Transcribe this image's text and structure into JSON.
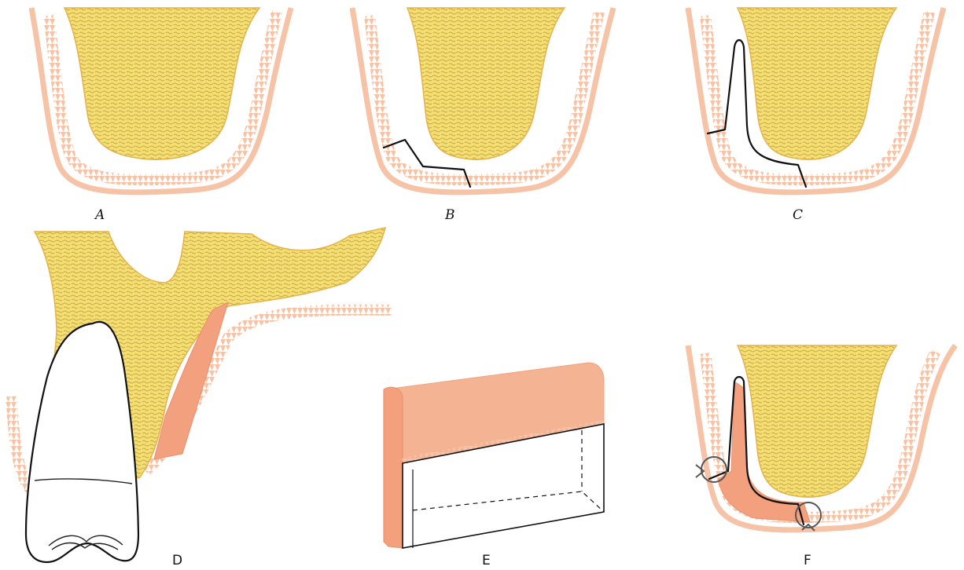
{
  "panels": [
    {
      "id": "A",
      "label": "A"
    },
    {
      "id": "B",
      "label": "B"
    },
    {
      "id": "C",
      "label": "C"
    },
    {
      "id": "D",
      "label": "D"
    },
    {
      "id": "E",
      "label": "E"
    },
    {
      "id": "F",
      "label": "F"
    }
  ],
  "colors": {
    "bone_fill": "#f3e070",
    "bone_speckle": "#c9a24e",
    "bone_border": "#e6b24a",
    "mucosa": "#f6c3a7",
    "graft": "#f2a07e",
    "outline": "#111111"
  }
}
